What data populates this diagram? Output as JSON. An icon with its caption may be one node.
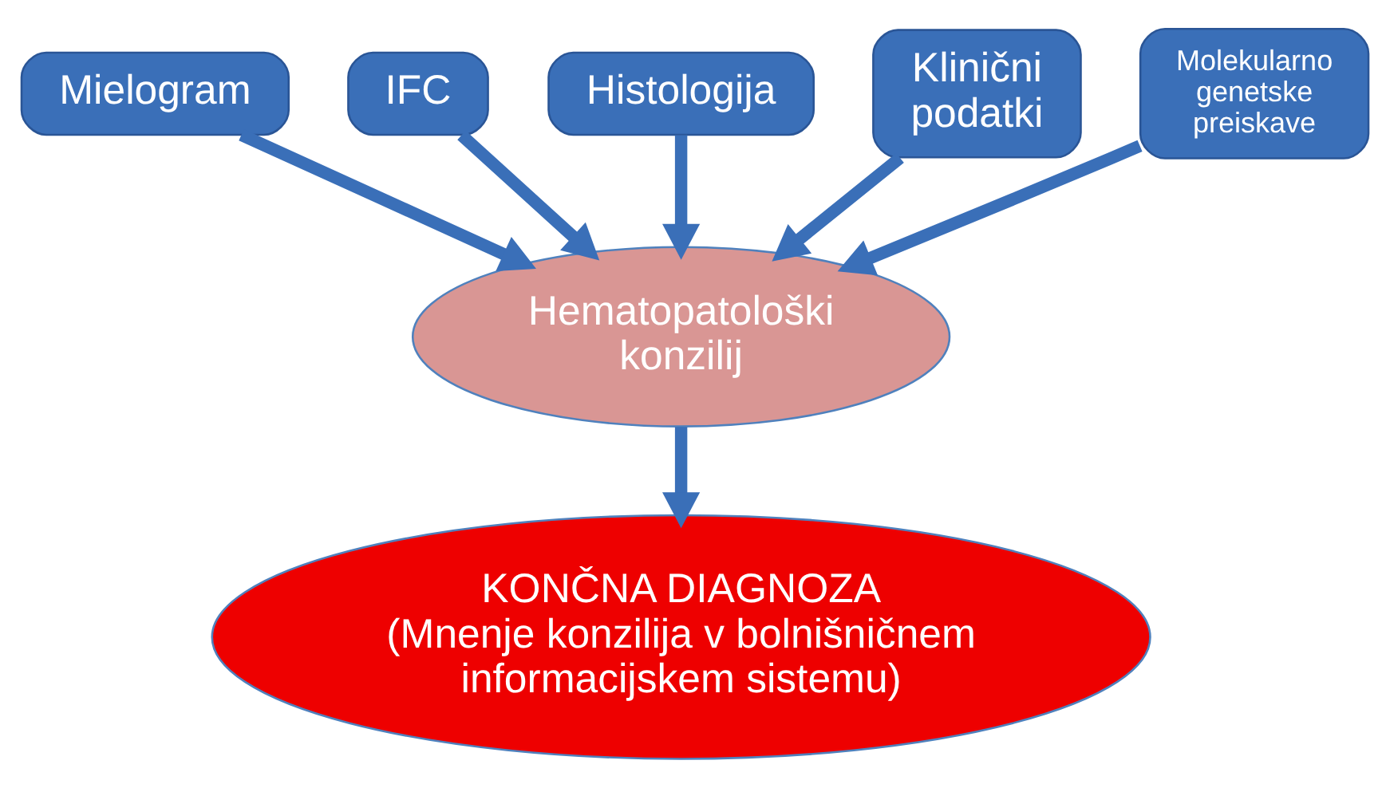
{
  "diagram": {
    "nodes": [
      {
        "text": [
          "Mielogram"
        ]
      },
      {
        "text": [
          "IFC"
        ]
      },
      {
        "text": [
          "Histologija"
        ]
      },
      {
        "text": [
          "Klinični podatki"
        ]
      },
      {
        "text": [
          "Molekularno genetske preiskave"
        ]
      },
      {
        "text": [
          "Hematopatološki konzilij"
        ]
      },
      {
        "text": [
          "KONČNA DIAGNOZA",
          "(Mnenje konzilija v bolnišničnem informacijskem sistemu)"
        ]
      }
    ],
    "edges": [
      {
        "from": 0,
        "to": 5,
        "arrow": "to"
      },
      {
        "from": 1,
        "to": 5,
        "arrow": "to"
      },
      {
        "from": 2,
        "to": 5,
        "arrow": "to"
      },
      {
        "from": 3,
        "to": 5,
        "arrow": "to"
      },
      {
        "from": 4,
        "to": 5,
        "arrow": "to"
      },
      {
        "from": 5,
        "to": 6,
        "arrow": "to"
      }
    ]
  }
}
